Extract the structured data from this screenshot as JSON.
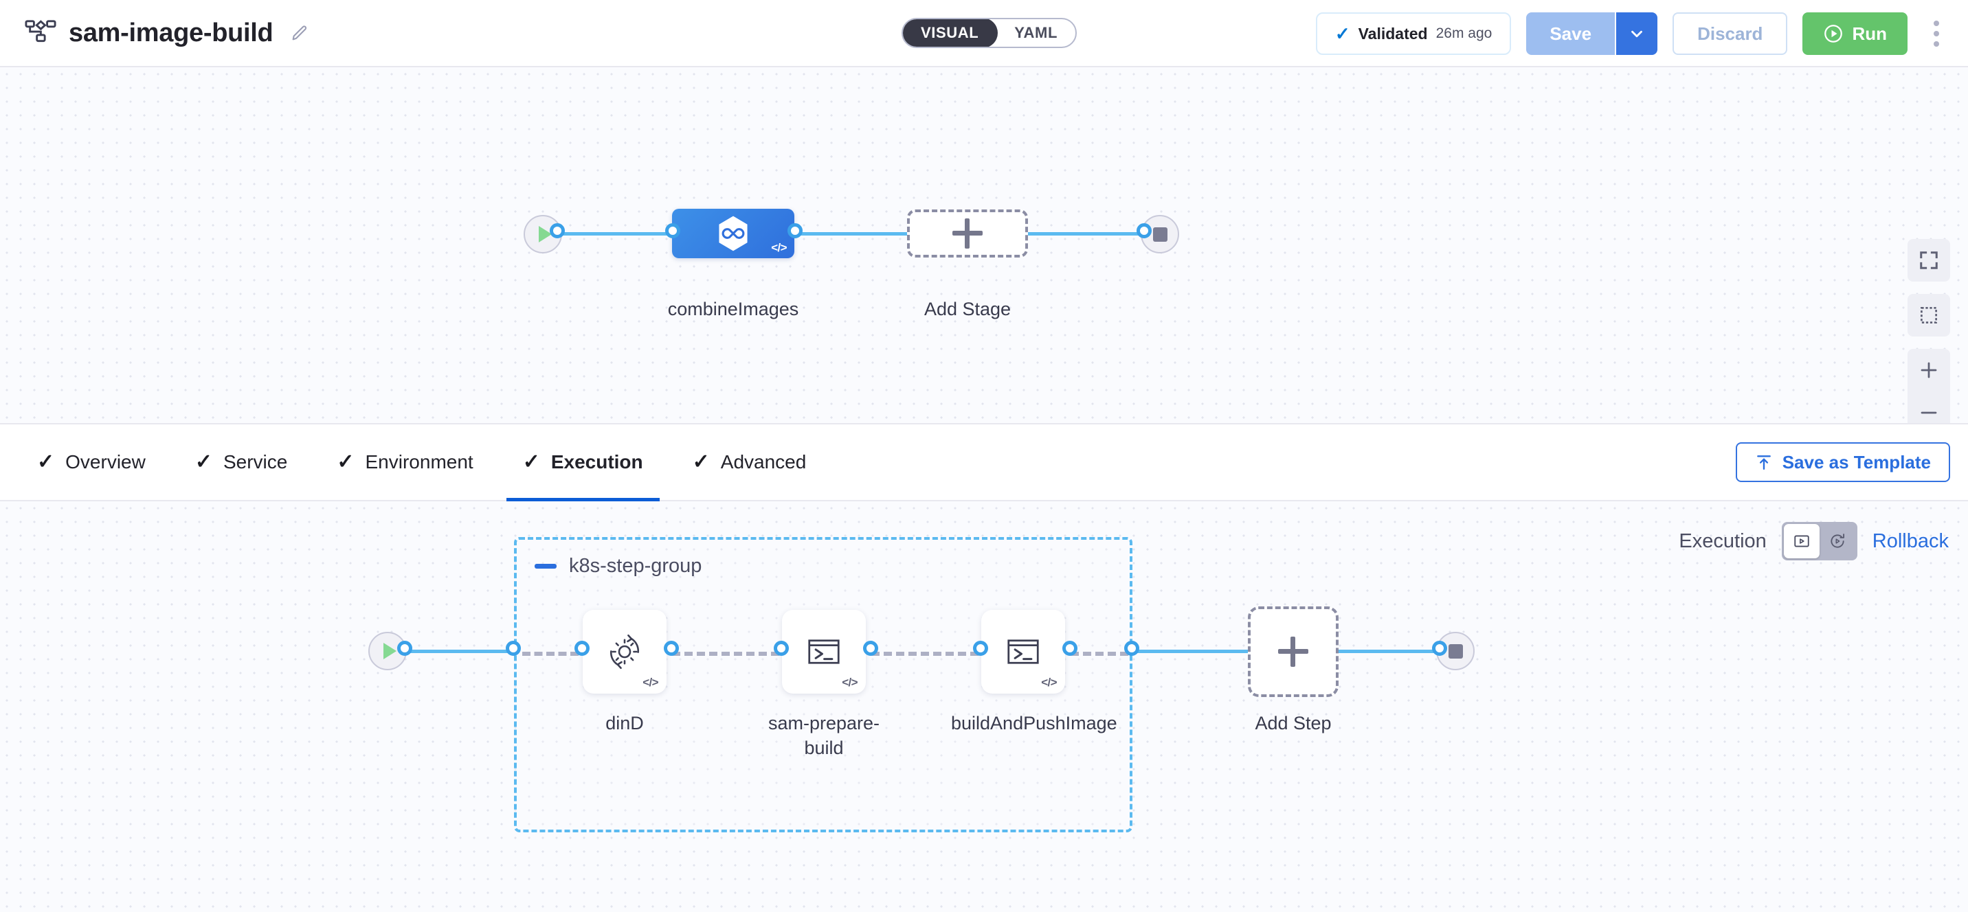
{
  "header": {
    "pipeline_icon": "pipeline-nodes-icon",
    "title": "sam-image-build",
    "edit_icon": "pencil-icon",
    "mode_toggle": {
      "visual": "VISUAL",
      "yaml": "YAML",
      "selected": "VISUAL"
    },
    "validated": {
      "icon": "check-icon",
      "label": "Validated",
      "time": "26m ago"
    },
    "save_label": "Save",
    "save_caret_icon": "chevron-down-icon",
    "discard_label": "Discard",
    "run_label": "Run",
    "run_icon": "play-circle-icon",
    "more_icon": "kebab-menu-icon"
  },
  "stage_canvas": {
    "start_icon": "play-icon",
    "end_icon": "stop-icon",
    "stage": {
      "label": "combineImages",
      "icon": "harness-hexagon-icon",
      "badge": "</>"
    },
    "add_stage": {
      "label": "Add Stage",
      "icon": "plus-icon"
    },
    "controls": [
      {
        "name": "fit-to-screen-icon"
      },
      {
        "name": "selection-box-icon"
      },
      {
        "name": "zoom-in-icon"
      },
      {
        "name": "zoom-out-icon"
      }
    ]
  },
  "tabs": [
    {
      "label": "Overview",
      "check": "✓",
      "active": false
    },
    {
      "label": "Service",
      "check": "✓",
      "active": false
    },
    {
      "label": "Environment",
      "check": "✓",
      "active": false
    },
    {
      "label": "Execution",
      "check": "✓",
      "active": true
    },
    {
      "label": "Advanced",
      "check": "✓",
      "active": false
    }
  ],
  "save_as_template": {
    "label": "Save as Template",
    "icon": "upload-template-icon"
  },
  "execution_bar": {
    "execution_label": "Execution",
    "rollback_label": "Rollback",
    "execution_icon": "execution-play-box-icon",
    "rollback_icon": "rollback-circular-icon",
    "selected": "execution"
  },
  "step_canvas": {
    "start_icon": "play-icon",
    "end_icon": "stop-icon",
    "group": {
      "title": "k8s-step-group",
      "collapse_icon": "minus-icon"
    },
    "steps": [
      {
        "label": "dinD",
        "icon": "gear-refresh-icon",
        "badge": "</>"
      },
      {
        "label": "sam-prepare-build",
        "icon": "terminal-icon",
        "badge": "</>"
      },
      {
        "label": "buildAndPushImage",
        "icon": "terminal-icon",
        "badge": "</>"
      }
    ],
    "add_step": {
      "label": "Add Step",
      "icon": "plus-icon"
    }
  },
  "colors": {
    "accent_blue": "#2a6ede",
    "edge_blue": "#5bbaf0",
    "run_green": "#64c46b",
    "stage_blue": "#3573e0",
    "canvas_bg": "#fafbfe"
  }
}
